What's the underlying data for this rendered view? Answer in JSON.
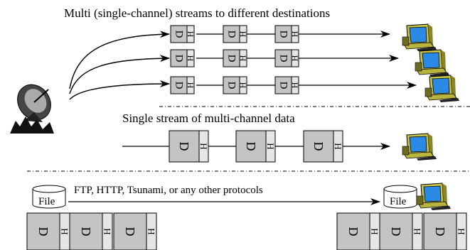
{
  "captions": {
    "multi": "Multi (single-channel) streams to different destinations",
    "single": "Single stream of multi-channel data",
    "file_transfer": "FTP, HTTP, Tsunami, or any other protocols"
  },
  "packet": {
    "data_letter": "D",
    "header_letter": "H"
  },
  "file_label": "File",
  "icons": {
    "source": "satellite-dish-icon",
    "destination": "computer-terminal-icon",
    "file": "file-cylinder-icon"
  },
  "colors": {
    "data_block": "#c4c4c4",
    "header_block": "#e6e6e6",
    "monitor_screen": "#2a8ae6",
    "monitor_body": "#d6d24a",
    "line": "#000000"
  }
}
